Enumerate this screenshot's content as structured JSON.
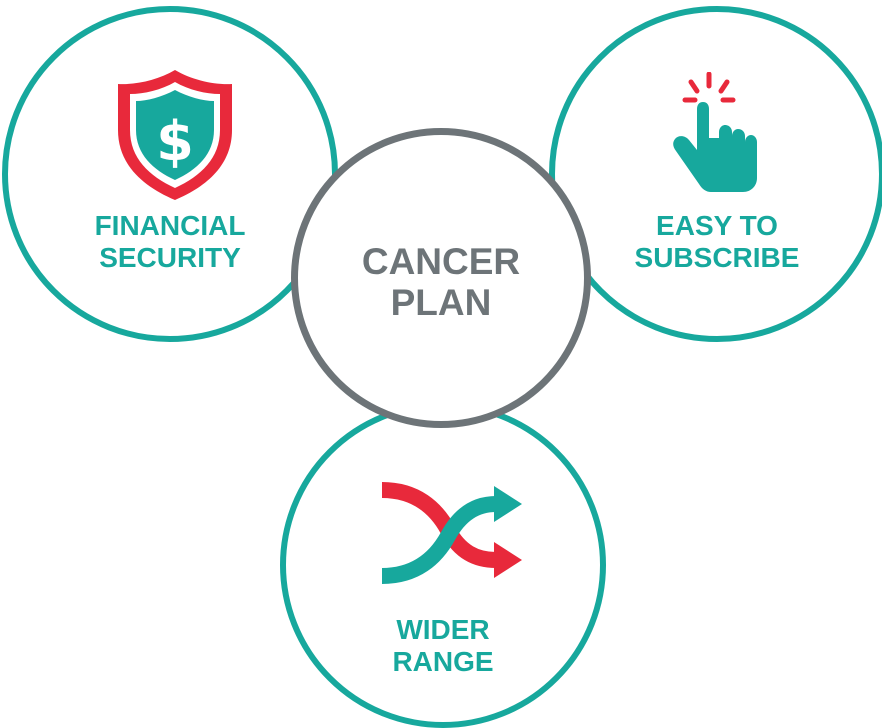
{
  "diagram": {
    "center": {
      "line1": "CANCER",
      "line2": "PLAN"
    },
    "nodes": [
      {
        "id": "financial",
        "line1": "FINANCIAL",
        "line2": "SECURITY",
        "icon": "shield-dollar-icon"
      },
      {
        "id": "subscribe",
        "line1": "EASY TO",
        "line2": "SUBSCRIBE",
        "icon": "pointing-hand-icon"
      },
      {
        "id": "range",
        "line1": "WIDER",
        "line2": "RANGE",
        "icon": "shuffle-arrows-icon"
      }
    ]
  },
  "colors": {
    "teal": "#17a89d",
    "red": "#e8293b",
    "gray": "#6d7478"
  }
}
